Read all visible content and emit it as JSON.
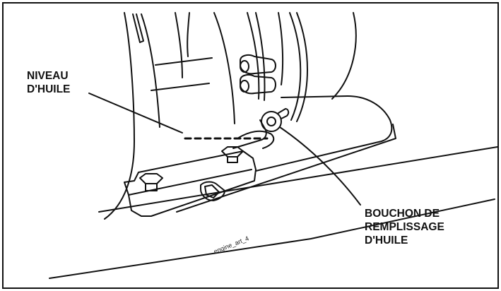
{
  "labels": {
    "oil_level": [
      "NIVEAU",
      "D'HUILE"
    ],
    "oil_fill_cap": [
      "BOUCHON DE",
      "REMPLISSAGE",
      "D'HUILE"
    ],
    "art_id": "engine_art_4"
  },
  "colors": {
    "line": "#111111",
    "background": "#ffffff"
  }
}
